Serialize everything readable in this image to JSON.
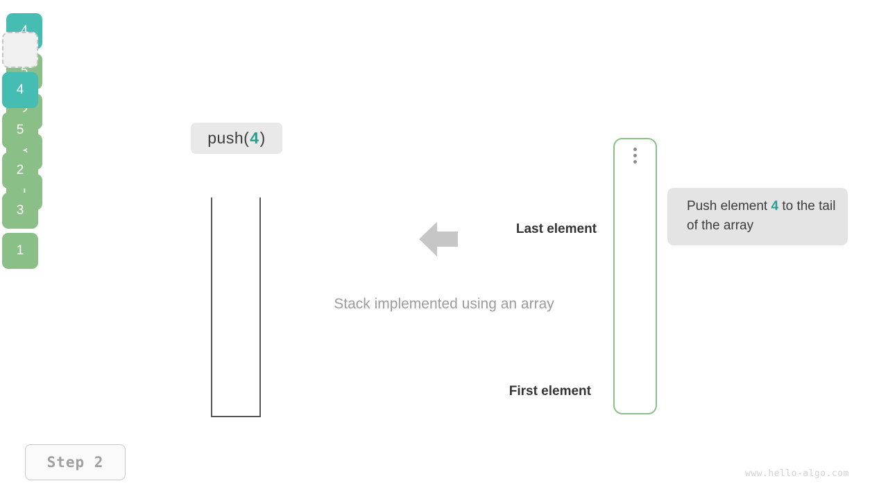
{
  "operation": {
    "label_prefix": "push(",
    "argument": "4",
    "label_suffix": ")"
  },
  "left_stack": {
    "title": "Stack implemented using an array",
    "cells": [
      {
        "value": "4",
        "color": "teal"
      },
      {
        "value": "5",
        "color": "green"
      },
      {
        "value": "2",
        "color": "green"
      },
      {
        "value": "3",
        "color": "green"
      },
      {
        "value": "1",
        "color": "green"
      }
    ]
  },
  "right_array": {
    "overflow_indicator": "vertical-ellipsis",
    "empty_slot": true,
    "cells": [
      {
        "value": "4",
        "color": "teal"
      },
      {
        "value": "5",
        "color": "green"
      },
      {
        "value": "2",
        "color": "green"
      },
      {
        "value": "3",
        "color": "green"
      },
      {
        "value": "1",
        "color": "green"
      }
    ]
  },
  "annotations": {
    "last_element": "Last element",
    "first_element": "First element",
    "arrow": "arrow-left-icon"
  },
  "tooltip": {
    "text_before": "Push element ",
    "highlight": "4",
    "text_after": " to the tail of the array"
  },
  "step": {
    "label": "Step 2"
  },
  "watermark": {
    "text": "www.hello-algo.com"
  },
  "colors": {
    "teal": "#45bdb3",
    "green": "#8abf87",
    "accent_text": "#2a9d8f",
    "badge_bg": "#e9e9e9",
    "tooltip_bg": "#e4e4e4",
    "container_stroke": "#555555",
    "array_stroke": "#8abf87",
    "caption_text": "#9b9b9b",
    "watermark_text": "#d2d2d2"
  }
}
